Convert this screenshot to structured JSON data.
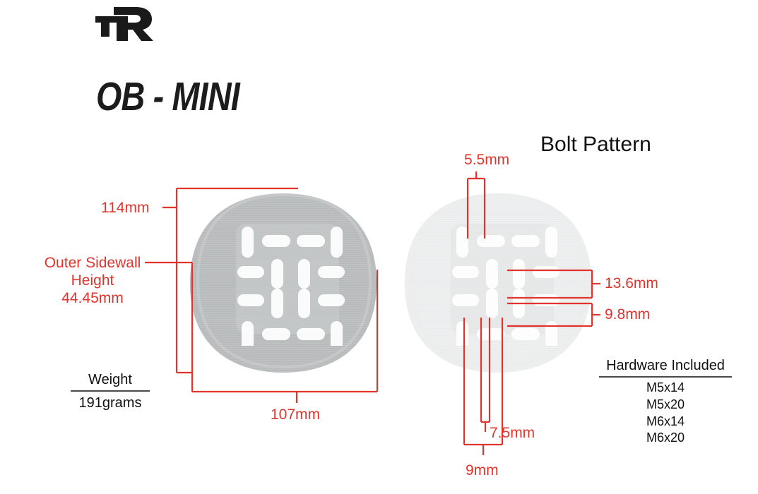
{
  "brand": {
    "logo_name": "tR",
    "logo_alt": "tR logo"
  },
  "product": {
    "title": "OB - MINI"
  },
  "headings": {
    "bolt_pattern": "Bolt Pattern"
  },
  "weight": {
    "label": "Weight",
    "value": "191grams"
  },
  "hardware": {
    "label": "Hardware Included",
    "items": [
      "M5x14",
      "M5x20",
      "M6x14",
      "M6x20"
    ]
  },
  "dimensions": {
    "overall_height": "114mm",
    "outer_sidewall_line1": "Outer Sidewall",
    "outer_sidewall_line2": "Height",
    "outer_sidewall_line3": "44.45mm",
    "overall_width": "107mm",
    "bolt_top_gap": "5.5mm",
    "bolt_row_spacing_large": "13.6mm",
    "bolt_row_spacing_small": "9.8mm",
    "bolt_col_spacing_small": "7.5mm",
    "bolt_col_spacing_large": "9mm"
  },
  "colors": {
    "dimension_red": "#e0342c",
    "text_black": "#111111",
    "pedal_gray": "#b9bcbd",
    "pedal_gray_light": "#d7d9da",
    "background": "#ffffff"
  },
  "pedals": {
    "left": {
      "name": "pedal-front-view",
      "faded": false
    },
    "right": {
      "name": "pedal-bolt-pattern-view",
      "faded": true
    }
  }
}
